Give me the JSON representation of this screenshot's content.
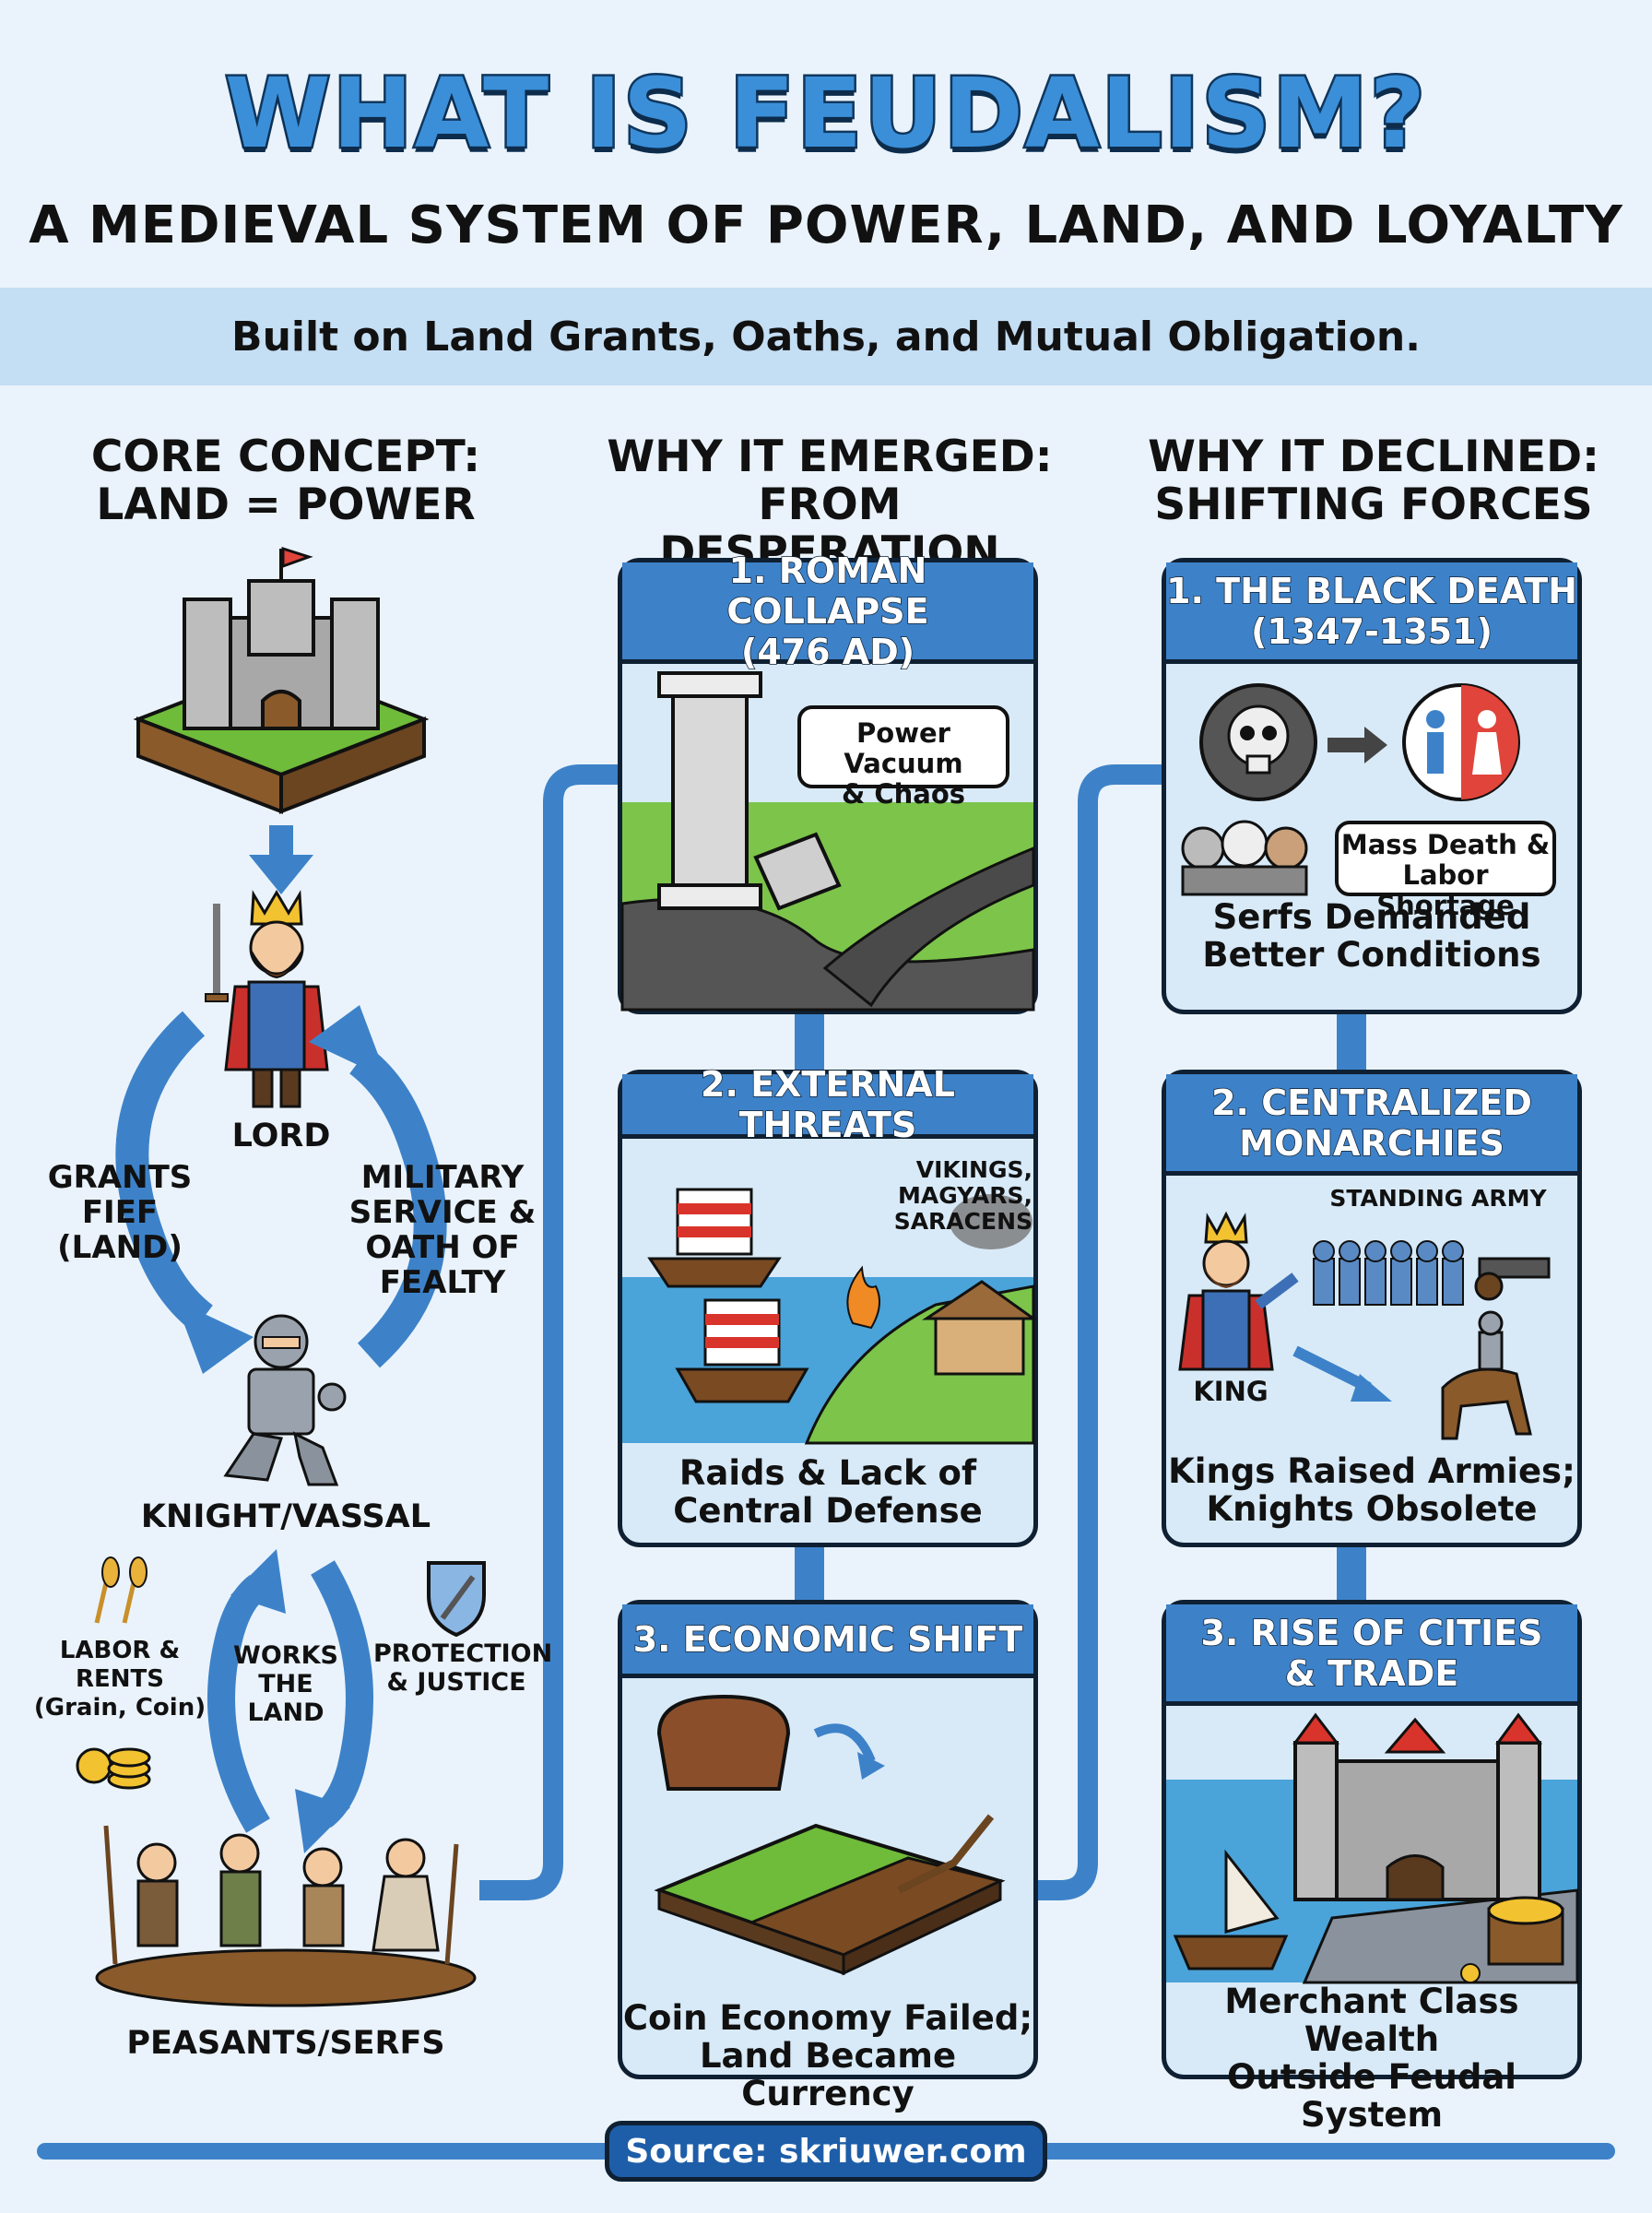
{
  "header": {
    "title": "WHAT IS FEUDALISM?",
    "subtitle": "A MEDIEVAL SYSTEM OF POWER, LAND, AND LOYALTY",
    "tagline": "Built on Land Grants, Oaths, and Mutual Obligation."
  },
  "core": {
    "heading_line1": "CORE CONCEPT:",
    "heading_line2": "LAND = POWER",
    "lord": "LORD",
    "grants_fief": [
      "GRANTS",
      "FIEF",
      "(LAND)"
    ],
    "military_service": [
      "MILITARY",
      "SERVICE &",
      "OATH OF",
      "FEALTY"
    ],
    "knight": "KNIGHT/VASSAL",
    "labor_rents": [
      "LABOR &",
      "RENTS",
      "(Grain, Coin)"
    ],
    "works_land": [
      "WORKS",
      "THE LAND"
    ],
    "protection": [
      "PROTECTION",
      "& JUSTICE"
    ],
    "peasants": "PEASANTS/SERFS"
  },
  "emerged": {
    "heading_line1": "WHY IT EMERGED:",
    "heading_line2": "FROM DESPERATION",
    "cards": [
      {
        "title": [
          "1. ROMAN COLLAPSE",
          "(476 AD)"
        ],
        "bubble": [
          "Power Vacuum",
          "& Chaos"
        ],
        "caption": []
      },
      {
        "title": [
          "2. EXTERNAL THREATS"
        ],
        "note": [
          "VIKINGS, MAGYARS,",
          "SARACENS"
        ],
        "caption": [
          "Raids & Lack of",
          "Central Defense"
        ]
      },
      {
        "title": [
          "3. ECONOMIC SHIFT"
        ],
        "caption": [
          "Coin Economy Failed;",
          "Land Became Currency"
        ]
      }
    ]
  },
  "declined": {
    "heading_line1": "WHY IT DECLINED:",
    "heading_line2": "SHIFTING FORCES",
    "cards": [
      {
        "title": [
          "1. THE BLACK DEATH",
          "(1347-1351)"
        ],
        "bubble": [
          "Mass Death &",
          "Labor Shortage"
        ],
        "caption": [
          "Serfs Demanded",
          "Better Conditions"
        ]
      },
      {
        "title": [
          "2. CENTRALIZED",
          "MONARCHIES"
        ],
        "note": [
          "STANDING ARMY"
        ],
        "king": "KING",
        "caption": [
          "Kings Raised Armies;",
          "Knights Obsolete"
        ]
      },
      {
        "title": [
          "3. RISE OF CITIES",
          "& TRADE"
        ],
        "caption": [
          "Merchant Class Wealth",
          "Outside Feudal System"
        ]
      }
    ]
  },
  "footer": {
    "source": "Source: skriuwer.com"
  },
  "colors": {
    "accent": "#3d82c9",
    "dark": "#0f2033",
    "background": "#eaf3fb",
    "band": "#c4def4"
  }
}
